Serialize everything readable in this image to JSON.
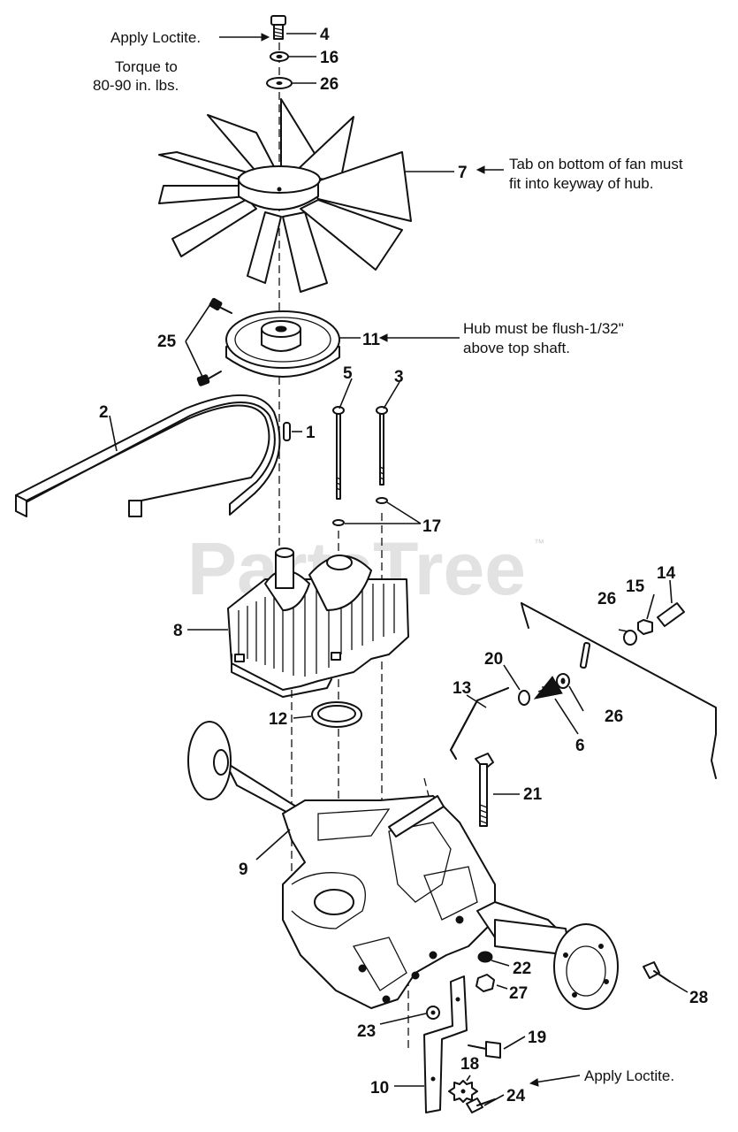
{
  "watermark": {
    "text": "PartsTree",
    "trademark": "™"
  },
  "notes": {
    "loctite_top": "Apply Loctite.",
    "torque_line1": "Torque to",
    "torque_line2": "80-90 in. lbs.",
    "fan_line1": "Tab on bottom of fan must",
    "fan_line2": "fit into keyway of hub.",
    "hub_line1": "Hub must be flush-1/32\"",
    "hub_line2": "above top shaft.",
    "loctite_bottom": "Apply Loctite."
  },
  "callouts": {
    "p1": "1",
    "p2": "2",
    "p3": "3",
    "p4": "4",
    "p5": "5",
    "p6": "6",
    "p7": "7",
    "p8": "8",
    "p9": "9",
    "p10": "10",
    "p11": "11",
    "p12": "12",
    "p13": "13",
    "p14": "14",
    "p15": "15",
    "p16": "16",
    "p17": "17",
    "p18": "18",
    "p19": "19",
    "p20": "20",
    "p21": "21",
    "p22": "22",
    "p23": "23",
    "p24": "24",
    "p25": "25",
    "p26a": "26",
    "p26b": "26",
    "p26c": "26",
    "p27": "27",
    "p28": "28"
  }
}
